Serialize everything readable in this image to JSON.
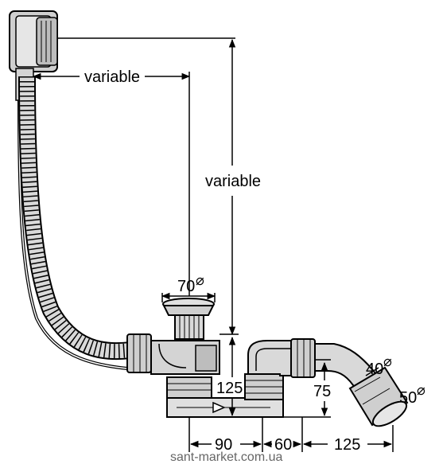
{
  "dimensions": {
    "variable_horizontal": "variable",
    "variable_vertical": "variable",
    "outlet_diameter": "70",
    "diameter_symbol": "⌀",
    "height_125": "125",
    "height_75": "75",
    "pipe_40": "40",
    "pipe_50": "50",
    "dist_90": "90",
    "dist_60": "60",
    "dist_125": "125"
  },
  "watermark": "sant-market.com.ua"
}
